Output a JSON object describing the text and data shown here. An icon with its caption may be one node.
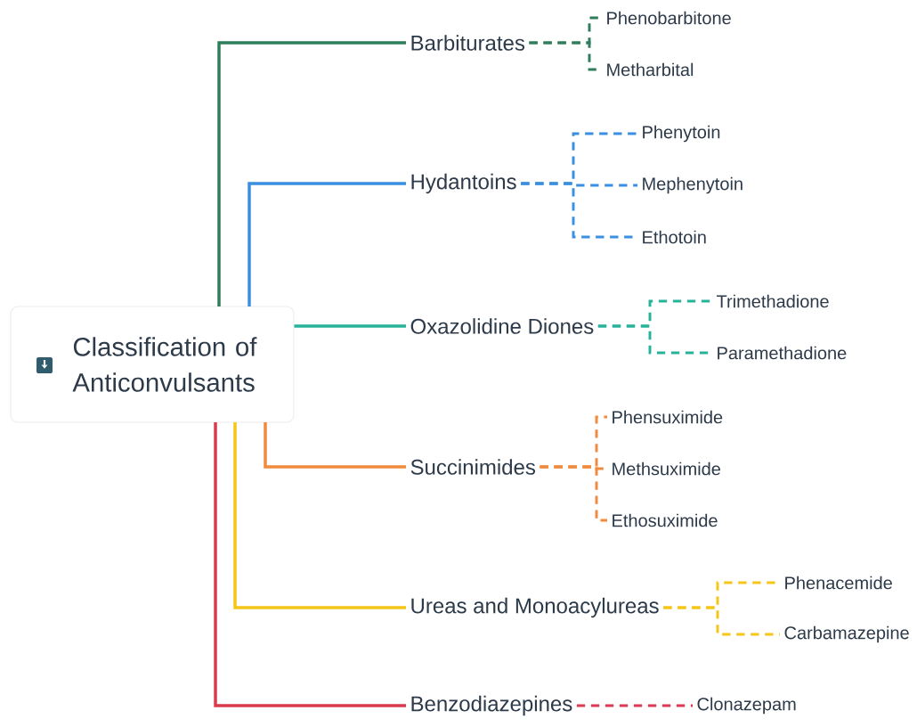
{
  "diagram": {
    "nodes": [
      {
        "text": [
          "Classification of Anticonvulsants"
        ]
      },
      {
        "text": [
          "Barbiturates"
        ]
      },
      {
        "text": [
          "Hydantoins"
        ]
      },
      {
        "text": [
          "Oxazolidine Diones"
        ]
      },
      {
        "text": [
          "Succinimides"
        ]
      },
      {
        "text": [
          "Ureas and Monoacylureas"
        ]
      },
      {
        "text": [
          "Benzodiazepines"
        ]
      },
      {
        "text": [
          "Phenobarbitone"
        ]
      },
      {
        "text": [
          "Metharbital"
        ]
      },
      {
        "text": [
          "Phenytoin"
        ]
      },
      {
        "text": [
          "Mephenytoin"
        ]
      },
      {
        "text": [
          "Ethotoin"
        ]
      },
      {
        "text": [
          "Trimethadione"
        ]
      },
      {
        "text": [
          "Paramethadione"
        ]
      },
      {
        "text": [
          "Phensuximide"
        ]
      },
      {
        "text": [
          "Methsuximide"
        ]
      },
      {
        "text": [
          "Ethosuximide"
        ]
      },
      {
        "text": [
          "Phenacemide"
        ]
      },
      {
        "text": [
          "Carbamazepine"
        ]
      },
      {
        "text": [
          "Clonazepam"
        ]
      }
    ],
    "edges": [
      {
        "from": 0,
        "to": 1,
        "arrow": "none",
        "color": "#2e7d5b"
      },
      {
        "from": 0,
        "to": 2,
        "arrow": "none",
        "color": "#3b8fe0"
      },
      {
        "from": 0,
        "to": 3,
        "arrow": "none",
        "color": "#26b39a"
      },
      {
        "from": 0,
        "to": 4,
        "arrow": "none",
        "color": "#f08a3c"
      },
      {
        "from": 0,
        "to": 5,
        "arrow": "none",
        "color": "#f5c518"
      },
      {
        "from": 0,
        "to": 6,
        "arrow": "none",
        "color": "#d93a4e"
      },
      {
        "from": 1,
        "to": 7,
        "arrow": "none",
        "style": "dashed",
        "color": "#2e7d5b"
      },
      {
        "from": 1,
        "to": 8,
        "arrow": "none",
        "style": "dashed",
        "color": "#2e7d5b"
      },
      {
        "from": 2,
        "to": 9,
        "arrow": "none",
        "style": "dashed",
        "color": "#3b8fe0"
      },
      {
        "from": 2,
        "to": 10,
        "arrow": "none",
        "style": "dashed",
        "color": "#3b8fe0"
      },
      {
        "from": 2,
        "to": 11,
        "arrow": "none",
        "style": "dashed",
        "color": "#3b8fe0"
      },
      {
        "from": 3,
        "to": 12,
        "arrow": "none",
        "style": "dashed",
        "color": "#26b39a"
      },
      {
        "from": 3,
        "to": 13,
        "arrow": "none",
        "style": "dashed",
        "color": "#26b39a"
      },
      {
        "from": 4,
        "to": 14,
        "arrow": "none",
        "style": "dashed",
        "color": "#f08a3c"
      },
      {
        "from": 4,
        "to": 15,
        "arrow": "none",
        "style": "dashed",
        "color": "#f08a3c"
      },
      {
        "from": 4,
        "to": 16,
        "arrow": "none",
        "style": "dashed",
        "color": "#f08a3c"
      },
      {
        "from": 5,
        "to": 17,
        "arrow": "none",
        "style": "dashed",
        "color": "#f5c518"
      },
      {
        "from": 5,
        "to": 18,
        "arrow": "none",
        "style": "dashed",
        "color": "#f5c518"
      },
      {
        "from": 6,
        "to": 19,
        "arrow": "none",
        "style": "dashed",
        "color": "#d93a4e"
      }
    ]
  }
}
